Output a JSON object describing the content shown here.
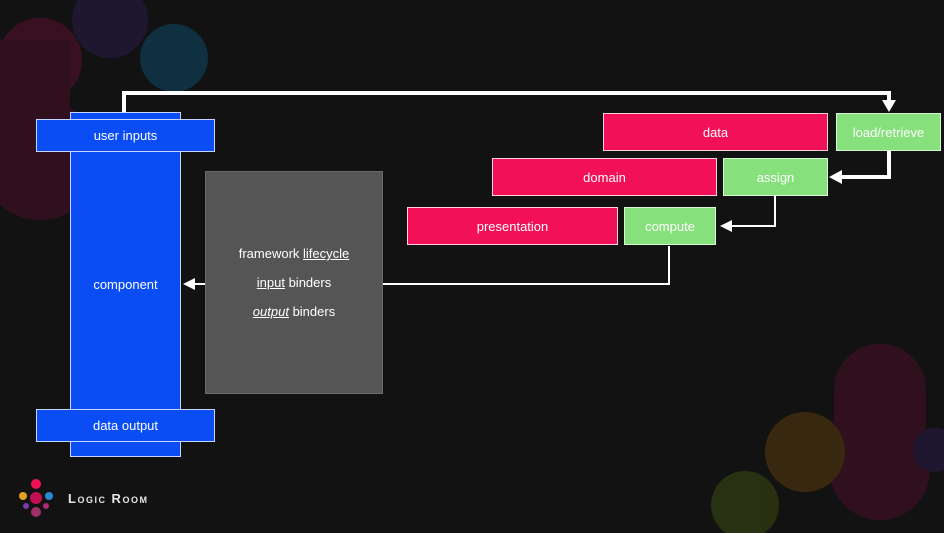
{
  "diagram": {
    "left": {
      "user_inputs": "user inputs",
      "component": "component",
      "data_output": "data output"
    },
    "middle": {
      "line1_a": "framework ",
      "line1_b": "lifecycle",
      "line2_a": "input",
      "line2_b": " binders",
      "line3_a": "output",
      "line3_b": " binders"
    },
    "layers": {
      "data": "data",
      "domain": "domain",
      "presentation": "presentation"
    },
    "steps": {
      "load": "load/retrieve",
      "assign": "assign",
      "compute": "compute"
    }
  },
  "brand": {
    "name": "Logic Room"
  },
  "colors": {
    "background": "#121212",
    "blue": "#0a4df5",
    "pink": "#f21158",
    "green": "#86e07c",
    "gray": "#555555"
  }
}
